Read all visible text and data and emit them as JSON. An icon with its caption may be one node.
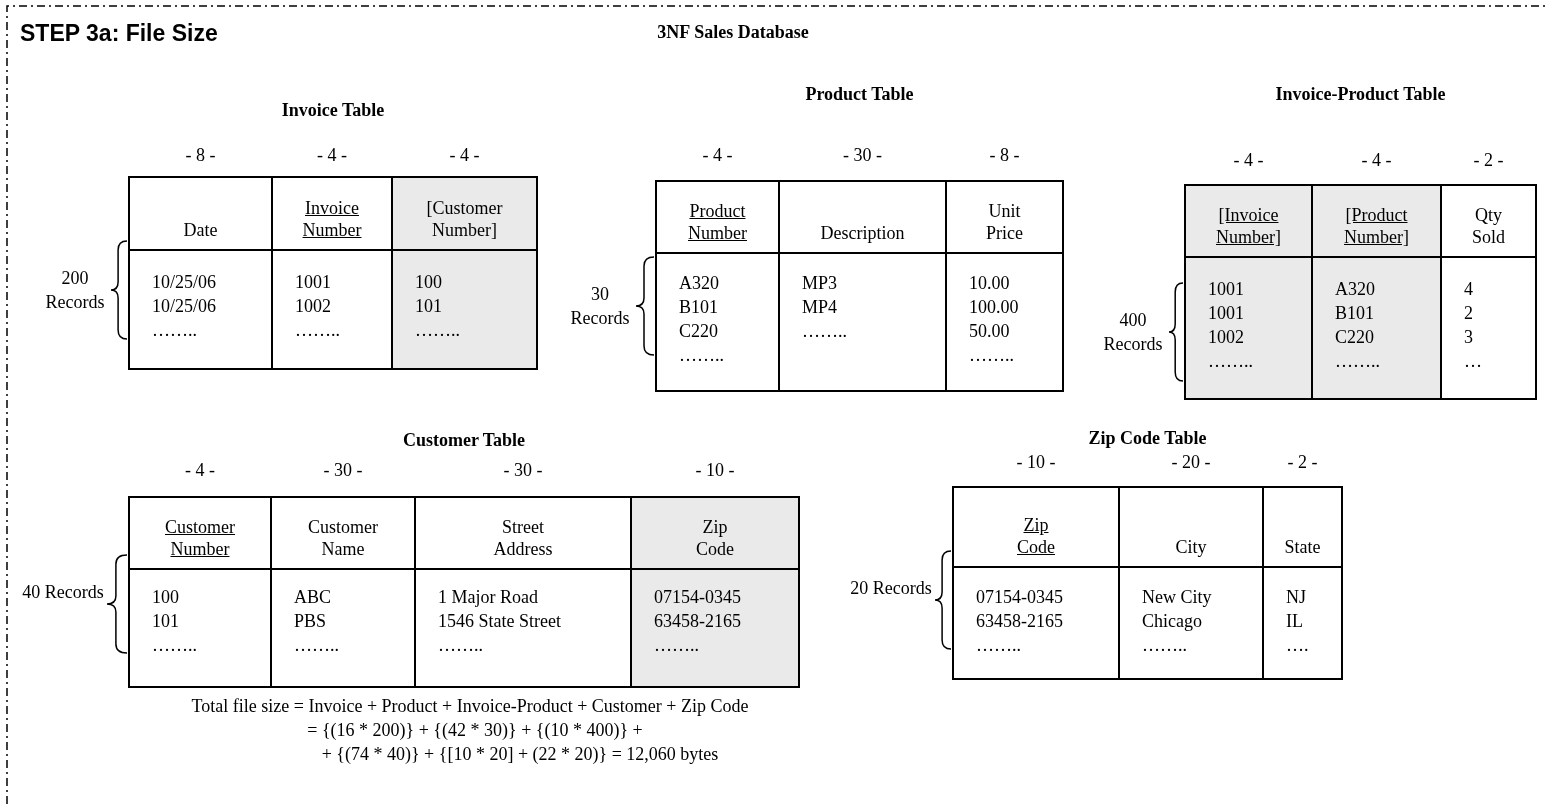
{
  "diagram": {
    "title": "STEP 3a: File Size",
    "nodes": [
      {
        "text": [
          "Invoice Table"
        ],
        "beside": [
          "200 Records"
        ]
      },
      {
        "text": [
          "Date",
          "10/25/06",
          "10/25/06",
          "…….."
        ],
        "in": 0,
        "beside": [
          "- 8 -"
        ]
      },
      {
        "text": [
          "Invoice Number",
          "1001",
          "1002",
          "…….."
        ],
        "in": 0,
        "beside": [
          "- 4 -"
        ]
      },
      {
        "text": [
          "[Customer Number]",
          "100",
          "101",
          "…….."
        ],
        "in": 0,
        "beside": [
          "- 4 -"
        ]
      },
      {
        "text": [
          "Product Table"
        ],
        "beside": [
          "30 Records"
        ]
      },
      {
        "text": [
          "Product Number",
          "A320",
          "B101",
          "C220",
          "…….."
        ],
        "in": 4,
        "beside": [
          "- 4 -"
        ]
      },
      {
        "text": [
          "Description",
          "MP3",
          "MP4",
          "…….."
        ],
        "in": 4,
        "beside": [
          "- 30 -"
        ]
      },
      {
        "text": [
          "Unit Price",
          "10.00",
          "100.00",
          "50.00",
          "…….."
        ],
        "in": 4,
        "beside": [
          "- 8 -"
        ]
      },
      {
        "text": [
          "Invoice-Product Table"
        ],
        "beside": [
          "400 Records"
        ]
      },
      {
        "text": [
          "[Invoice Number]",
          "1001",
          "1001",
          "1002",
          "…….."
        ],
        "in": 8,
        "beside": [
          "- 4 -"
        ]
      },
      {
        "text": [
          "[Product Number]",
          "A320",
          "B101",
          "C220",
          "…….."
        ],
        "in": 8,
        "beside": [
          "- 4 -"
        ]
      },
      {
        "text": [
          "Qty Sold",
          "4",
          "2",
          "3",
          "…"
        ],
        "in": 8,
        "beside": [
          "- 2 -"
        ]
      },
      {
        "text": [
          "Customer Table"
        ],
        "beside": [
          "40 Records"
        ]
      },
      {
        "text": [
          "Customer Number",
          "100",
          "101",
          "…….."
        ],
        "in": 12,
        "beside": [
          "- 4 -"
        ]
      },
      {
        "text": [
          "Customer Name",
          "ABC",
          "PBS",
          "…….."
        ],
        "in": 12,
        "beside": [
          "- 30 -"
        ]
      },
      {
        "text": [
          "Street Address",
          "1 Major Road",
          "1546 State Street",
          "…….."
        ],
        "in": 12,
        "beside": [
          "- 30 -"
        ]
      },
      {
        "text": [
          "Zip Code",
          "07154-0345",
          "63458-2165",
          "…….."
        ],
        "in": 12,
        "beside": [
          "- 10 -"
        ]
      },
      {
        "text": [
          "Zip Code Table"
        ],
        "beside": [
          "20 Records"
        ]
      },
      {
        "text": [
          "Zip Code",
          "07154-0345",
          "63458-2165",
          "…….."
        ],
        "in": 17,
        "beside": [
          "- 10 -"
        ]
      },
      {
        "text": [
          "City",
          "New City",
          "Chicago",
          "…….."
        ],
        "in": 17,
        "beside": [
          "- 20 -"
        ]
      },
      {
        "text": [
          "State",
          "NJ",
          "IL",
          "…."
        ],
        "in": 17,
        "beside": [
          "- 2 -"
        ]
      }
    ],
    "labels": [
      "3NF Sales Database",
      "Total file size = Invoice + Product + Invoice-Product + Customer + Zip Code",
      "= {(16 * 200)} + {(42 * 30)} + {(10 * 400)} +",
      "+ {(74 * 40)} + {[10 * 20] + (22 * 20)} = 12,060 bytes"
    ]
  }
}
